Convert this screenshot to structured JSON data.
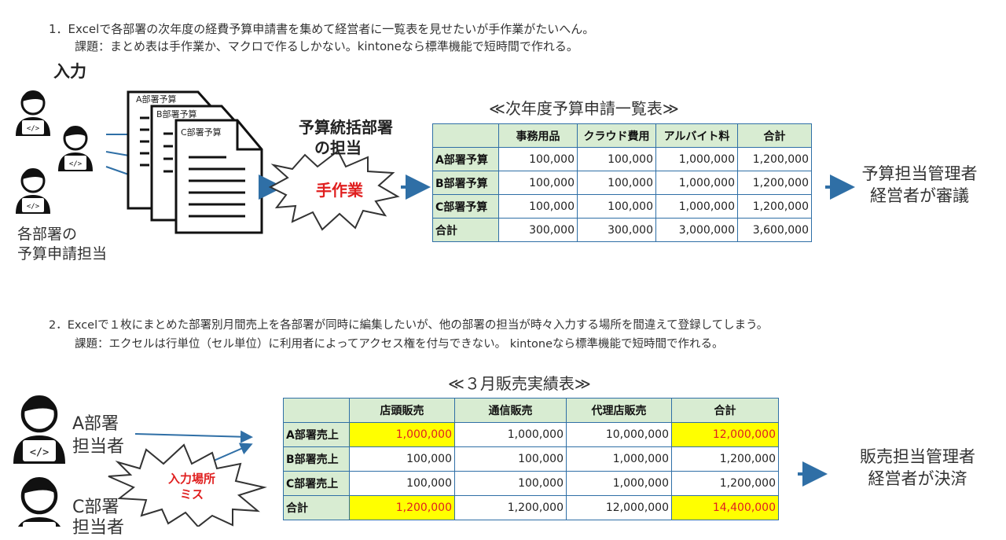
{
  "section1": {
    "line1": "1．Excelで各部署の次年度の経費予算申請書を集めて経営者に一覧表を見せたいが手作業がたいへん。",
    "line2": "課題：まとめ表は手作業か、マクロで作るしかない。kintoneなら標準機能で短時間で作れる。",
    "input_label": "入力",
    "docs": [
      "A部署予算",
      "B部署予算",
      "C部署予算"
    ],
    "people_label_1": "各部署の",
    "people_label_2": "予算申請担当",
    "central_title_1": "予算統括部署",
    "central_title_2": "の担当",
    "burst_text": "手作業",
    "table_title": "≪次年度予算申請一覧表≫",
    "table": {
      "headers": [
        "",
        "事務用品",
        "クラウド費用",
        "アルバイト料",
        "合計"
      ],
      "rows": [
        [
          "A部署予算",
          "100,000",
          "100,000",
          "1,000,000",
          "1,200,000"
        ],
        [
          "B部署予算",
          "100,000",
          "100,000",
          "1,000,000",
          "1,200,000"
        ],
        [
          "C部署予算",
          "100,000",
          "100,000",
          "1,000,000",
          "1,200,000"
        ],
        [
          "合計",
          "300,000",
          "300,000",
          "3,000,000",
          "3,600,000"
        ]
      ]
    },
    "right_label_1": "予算担当管理者",
    "right_label_2": "経営者が審議"
  },
  "section2": {
    "line1": "2．Excelで１枚にまとめた部署別月間売上を各部署が同時に編集したいが、他の部署の担当が時々入力する場所を間違えて登録してしまう。",
    "line2": "課題：エクセルは行単位（セル単位）に利用者によってアクセス権を付与できない。 kintoneなら標準機能で短時間で作れる。",
    "table_title": "≪３月販売実績表≫",
    "person_a_1": "A部署",
    "person_a_2": "担当者",
    "person_c_1": "C部署",
    "person_c_2": "担当者",
    "burst_text_1": "入力場所",
    "burst_text_2": "ミス",
    "table": {
      "headers": [
        "",
        "店頭販売",
        "通信販売",
        "代理店販売",
        "合計"
      ],
      "rows": [
        [
          "A部署売上",
          "1,000,000",
          "1,000,000",
          "10,000,000",
          "12,000,000"
        ],
        [
          "B部署売上",
          "100,000",
          "100,000",
          "1,000,000",
          "1,200,000"
        ],
        [
          "C部署売上",
          "100,000",
          "100,000",
          "1,000,000",
          "1,200,000"
        ],
        [
          "合計",
          "1,200,000",
          "1,200,000",
          "12,000,000",
          "14,400,000"
        ]
      ]
    },
    "right_label_1": "販売担当管理者",
    "right_label_2": "経営者が決済"
  },
  "colors": {
    "arrow": "#2f6fa6",
    "table_border": "#2f6fa6",
    "header_fill": "#d8ecd2",
    "highlight_fill": "#ffff00",
    "highlight_text": "#e02020",
    "burst_text": "#e02020"
  }
}
